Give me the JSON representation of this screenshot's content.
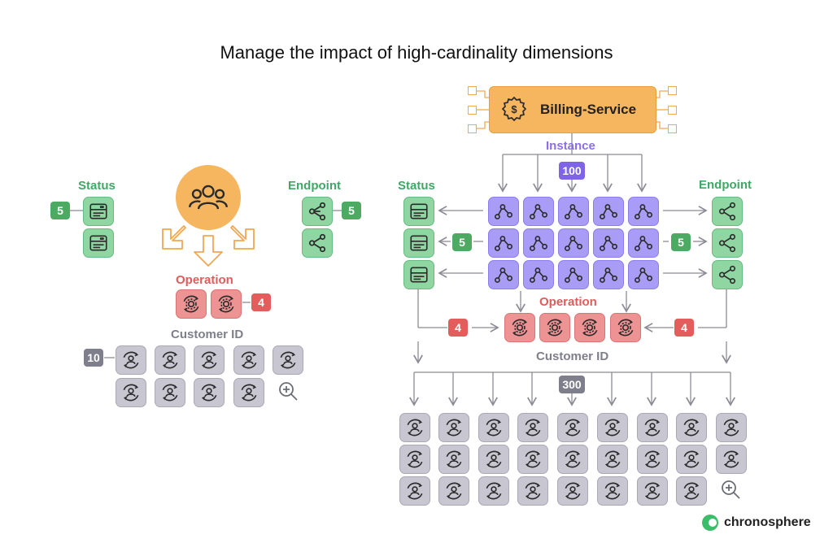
{
  "title": "Manage the impact of high-cardinality dimensions",
  "left": {
    "status_label": "Status",
    "status_count": "5",
    "endpoint_label": "Endpoint",
    "endpoint_count": "5",
    "operation_label": "Operation",
    "operation_count": "4",
    "customer_label": "Customer ID",
    "customer_count": "10"
  },
  "right": {
    "service_name": "Billing-Service",
    "instance_label": "Instance",
    "instance_count": "100",
    "status_label": "Status",
    "status_count": "5",
    "endpoint_label": "Endpoint",
    "endpoint_count": "5",
    "operation_label": "Operation",
    "operation_count_left": "4",
    "operation_count_right": "4",
    "customer_label": "Customer ID",
    "customer_count": "300"
  },
  "brand": {
    "name": "chronosphere"
  },
  "colors": {
    "green": "#8fd6a2",
    "purple": "#a99cf7",
    "red": "#ee9393",
    "gray": "#c7c6d1",
    "orange": "#f6b65f"
  },
  "icons": {
    "status": "server-icon",
    "endpoint": "share-icon",
    "instance": "nodes-icon",
    "operation": "gear-cycle-icon",
    "customer": "user-cycle-icon",
    "service": "dollar-gear-icon",
    "users": "users-icon",
    "more": "zoom-in-icon"
  }
}
